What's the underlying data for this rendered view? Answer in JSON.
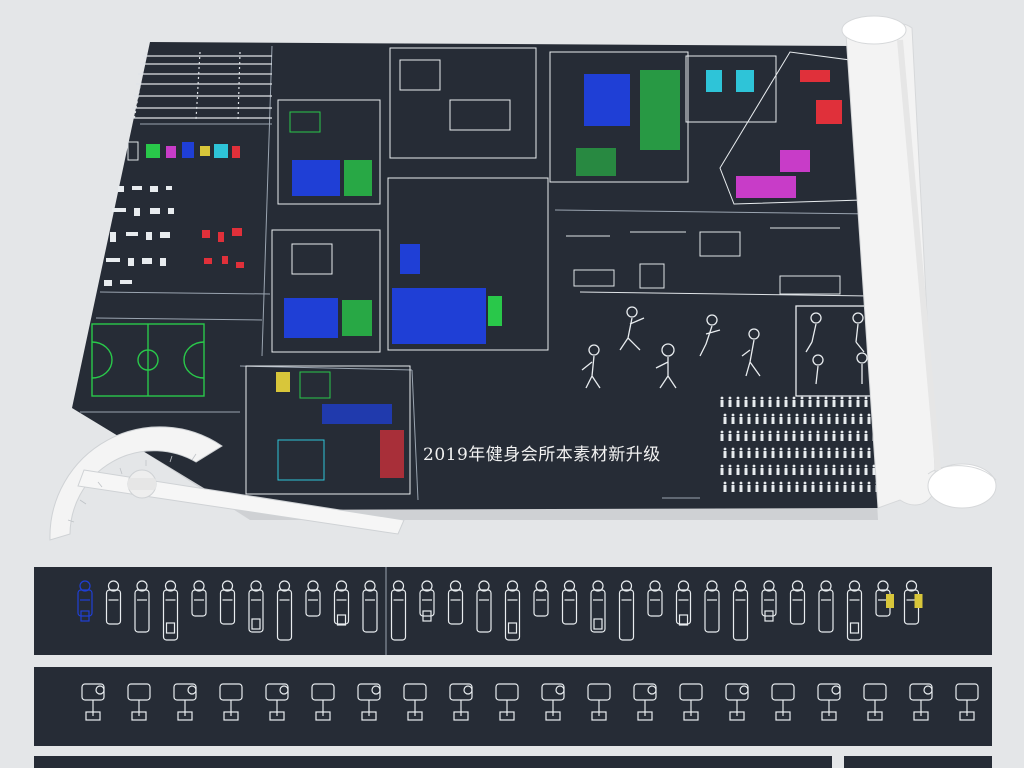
{
  "sheet": {
    "caption": "2019年健身会所本素材新升级"
  },
  "palette": {
    "background": "#e4e6e8",
    "sheet": "#262c36",
    "strip": "#262c36",
    "line_white": "#e8ecef",
    "line_blue": "#1f3fd6",
    "line_green": "#29c84a",
    "line_magenta": "#c83cc8",
    "line_red": "#e0303a",
    "line_yellow": "#d8c63a",
    "line_cyan": "#2ec4d8",
    "paper": "#f6f6f6"
  },
  "strip_1": {
    "symbol_count": 30
  },
  "strip_2": {
    "symbol_count": 20
  }
}
